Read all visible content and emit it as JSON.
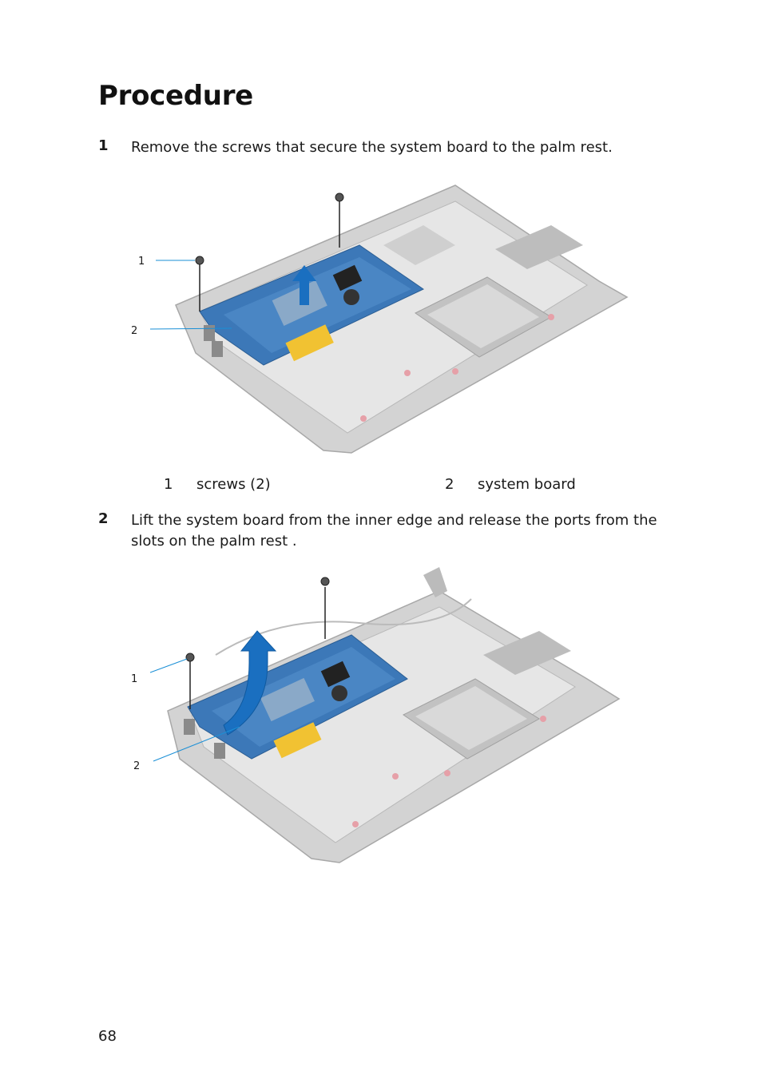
{
  "heading": "Procedure",
  "steps": [
    {
      "number": "1",
      "text": "Remove the screws that secure the system board to the palm rest."
    },
    {
      "number": "2",
      "text": "Lift the system board from the inner edge and release the ports from the slots on the palm rest ."
    }
  ],
  "figure1": {
    "callouts": [
      "1",
      "2"
    ],
    "legend": [
      {
        "number": "1",
        "label": "screws (2)"
      },
      {
        "number": "2",
        "label": "system board"
      }
    ]
  },
  "figure2": {
    "callouts": [
      "1",
      "2"
    ]
  },
  "page_number": "68",
  "colors": {
    "callout_line": "#1a8fd6",
    "board": "#3c78b8",
    "arrow": "#1a6fc0",
    "palmrest": "#c7c7c7"
  }
}
